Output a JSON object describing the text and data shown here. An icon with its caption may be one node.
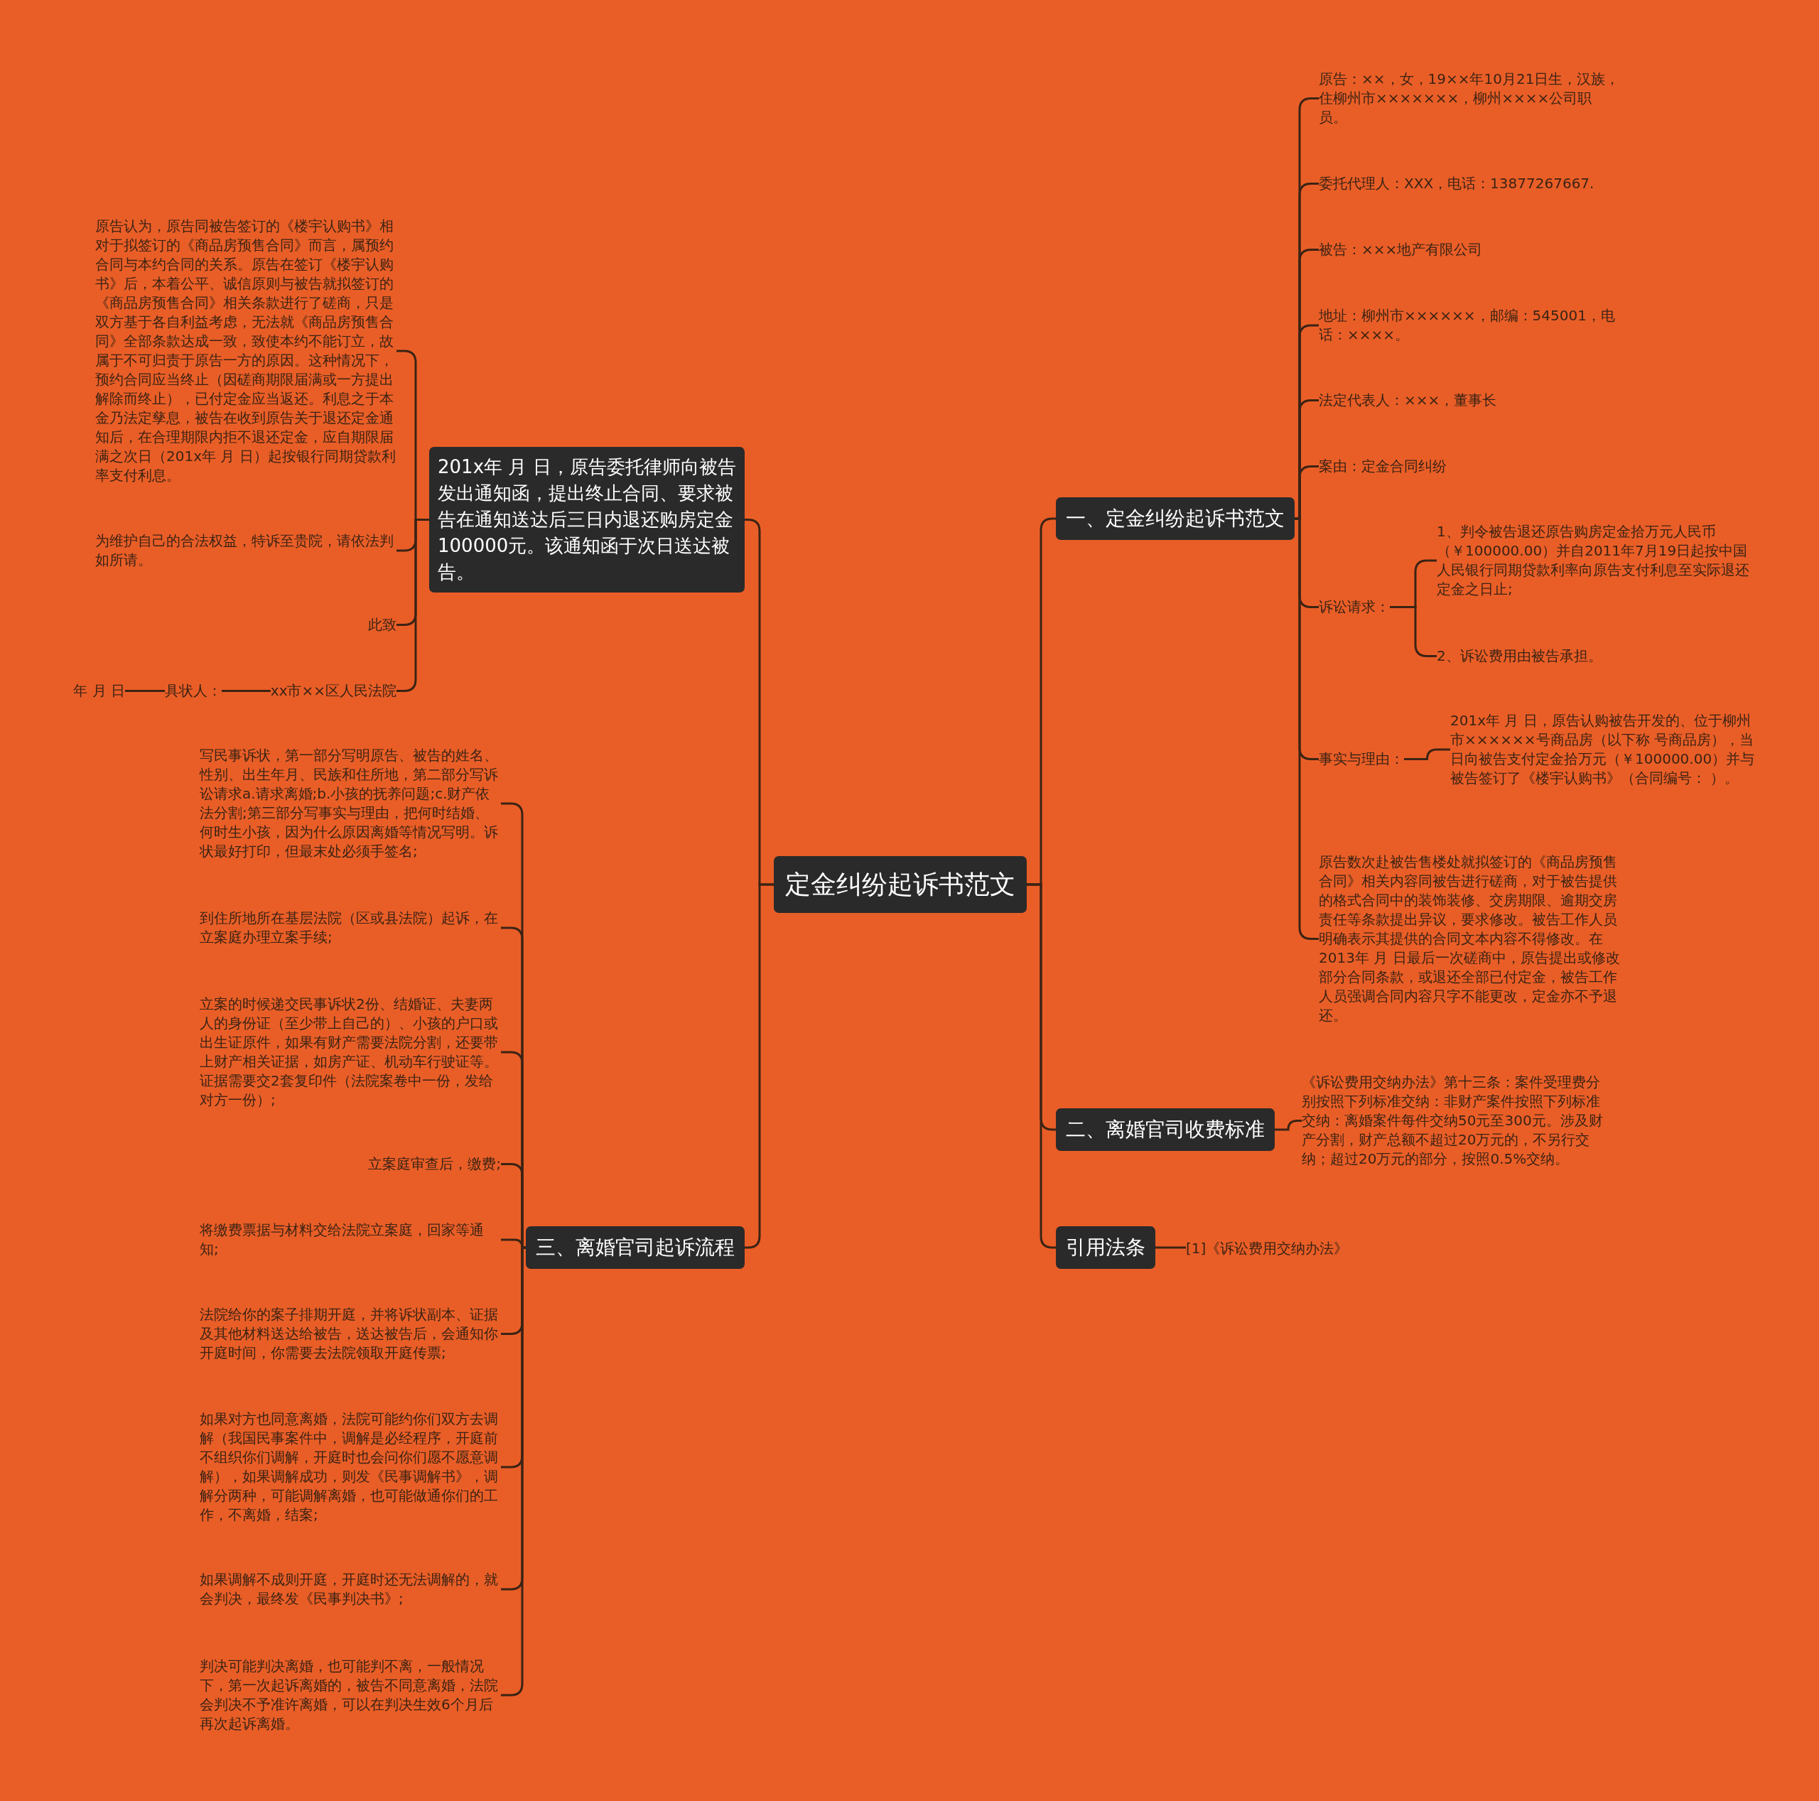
{
  "diagram": {
    "nodes": [
      {
        "text": [
          "定金纠纷起诉书范文"
        ]
      },
      {
        "text": [
          "一、定金纠纷起诉书范文"
        ]
      },
      {
        "text": [
          "原告：××，女，19××年10月21日生，汉族，住柳州市×××××××，柳州××××公司职员。"
        ]
      },
      {
        "text": [
          "委托代理人：XXX，电话：13877267667."
        ]
      },
      {
        "text": [
          "被告：×××地产有限公司"
        ]
      },
      {
        "text": [
          "地址：柳州市××××××，邮编：545001，电话：××××。"
        ]
      },
      {
        "text": [
          "法定代表人：×××，董事长"
        ]
      },
      {
        "text": [
          "案由：定金合同纠纷"
        ]
      },
      {
        "text": [
          "诉讼请求："
        ]
      },
      {
        "text": [
          "1、判令被告退还原告购房定金拾万元人民币（￥100000.00）并自2011年7月19日起按中国人民银行同期贷款利率向原告支付利息至实际退还定金之日止;"
        ]
      },
      {
        "text": [
          "2、诉讼费用由被告承担。"
        ]
      },
      {
        "text": [
          "事实与理由："
        ]
      },
      {
        "text": [
          "201x年 月 日，原告认购被告开发的、位于柳州市××××××号商品房（以下称 号商品房），当日向被告支付定金拾万元（￥100000.00）并与被告签订了《楼宇认购书》（合同编号： ）。"
        ]
      },
      {
        "text": [
          "原告数次赴被告售楼处就拟签订的《商品房预售合同》相关内容同被告进行磋商，对于被告提供的格式合同中的装饰装修、交房期限、逾期交房责任等条款提出异议，要求修改。被告工作人员明确表示其提供的合同文本内容不得修改。在2013年 月 日最后一次磋商中，原告提出或修改部分合同条款，或退还全部已付定金，被告工作人员强调合同内容只字不能更改，定金亦不予退还。"
        ]
      },
      {
        "text": [
          "二、离婚官司收费标准"
        ]
      },
      {
        "text": [
          "《诉讼费用交纳办法》第十三条：案件受理费分别按照下列标准交纳：非财产案件按照下列标准交纳：离婚案件每件交纳50元至300元。涉及财产分割，财产总额不超过20万元的，不另行交纳；超过20万元的部分，按照0.5%交纳。"
        ]
      },
      {
        "text": [
          "引用法条"
        ]
      },
      {
        "text": [
          "[1]《诉讼费用交纳办法》"
        ]
      },
      {
        "text": [
          "201x年 月 日，原告委托律师向被告发出通知函，提出终止合同、要求被告在通知送达后三日内退还购房定金100000元。该通知函于次日送达被告。"
        ]
      },
      {
        "text": [
          "原告认为，原告同被告签订的《楼宇认购书》相对于拟签订的《商品房预售合同》而言，属预约合同与本约合同的关系。原告在签订《楼宇认购书》后，本着公平、诚信原则与被告就拟签订的《商品房预售合同》相关条款进行了磋商，只是双方基于各自利益考虑，无法就《商品房预售合同》全部条款达成一致，致使本约不能订立，故属于不可归责于原告一方的原因。这种情况下，预约合同应当终止（因磋商期限届满或一方提出解除而终止），已付定金应当返还。利息之于本金乃法定孳息，被告在收到原告关于退还定金通知后，在合理期限内拒不退还定金，应自期限届满之次日（201x年 月 日）起按银行同期贷款利率支付利息。"
        ]
      },
      {
        "text": [
          "为维护自己的合法权益，特诉至贵院，请依法判如所请。"
        ]
      },
      {
        "text": [
          "此致"
        ]
      },
      {
        "text": [
          "xx市××区人民法院"
        ]
      },
      {
        "text": [
          "具状人："
        ]
      },
      {
        "text": [
          "年 月 日"
        ]
      },
      {
        "text": [
          "三、离婚官司起诉流程"
        ]
      },
      {
        "text": [
          "写民事诉状，第一部分写明原告、被告的姓名、性别、出生年月、民族和住所地，第二部分写诉讼请求a.请求离婚;b.小孩的抚养问题;c.财产依法分割;第三部分写事实与理由，把何时结婚、何时生小孩，因为什么原因离婚等情况写明。诉状最好打印，但最末处必须手签名;"
        ]
      },
      {
        "text": [
          "到住所地所在基层法院（区或县法院）起诉，在立案庭办理立案手续;"
        ]
      },
      {
        "text": [
          "立案的时候递交民事诉状2份、结婚证、夫妻两人的身份证（至少带上自己的）、小孩的户口或出生证原件，如果有财产需要法院分割，还要带上财产相关证据，如房产证、机动车行驶证等。证据需要交2套复印件（法院案卷中一份，发给对方一份）;"
        ]
      },
      {
        "text": [
          "立案庭审查后，缴费;"
        ]
      },
      {
        "text": [
          "将缴费票据与材料交给法院立案庭，回家等通知;"
        ]
      },
      {
        "text": [
          "法院给你的案子排期开庭，并将诉状副本、证据及其他材料送达给被告，送达被告后，会通知你开庭时间，你需要去法院领取开庭传票;"
        ]
      },
      {
        "text": [
          "如果对方也同意离婚，法院可能约你们双方去调解（我国民事案件中，调解是必经程序，开庭前不组织你们调解，开庭时也会问你们愿不愿意调解），如果调解成功，则发《民事调解书》，调解分两种，可能调解离婚，也可能做通你们的工作，不离婚，结案;"
        ]
      },
      {
        "text": [
          "如果调解不成则开庭，开庭时还无法调解的，就会判决，最终发《民事判决书》;"
        ]
      },
      {
        "text": [
          "判决可能判决离婚，也可能判不离，一般情况下，第一次起诉离婚的，被告不同意离婚，法院会判决不予准许离婚，可以在判决生效6个月后再次起诉离婚。"
        ]
      }
    ],
    "edges": [
      {
        "from": 0,
        "to": 1,
        "arrow": "none"
      },
      {
        "from": 0,
        "to": 14,
        "arrow": "none"
      },
      {
        "from": 0,
        "to": 16,
        "arrow": "none"
      },
      {
        "from": 0,
        "to": 18,
        "arrow": "none"
      },
      {
        "from": 0,
        "to": 25,
        "arrow": "none"
      },
      {
        "from": 1,
        "to": 2,
        "arrow": "none"
      },
      {
        "from": 1,
        "to": 3,
        "arrow": "none"
      },
      {
        "from": 1,
        "to": 4,
        "arrow": "none"
      },
      {
        "from": 1,
        "to": 5,
        "arrow": "none"
      },
      {
        "from": 1,
        "to": 6,
        "arrow": "none"
      },
      {
        "from": 1,
        "to": 7,
        "arrow": "none"
      },
      {
        "from": 1,
        "to": 8,
        "arrow": "none"
      },
      {
        "from": 1,
        "to": 11,
        "arrow": "none"
      },
      {
        "from": 1,
        "to": 13,
        "arrow": "none"
      },
      {
        "from": 8,
        "to": 9,
        "arrow": "none"
      },
      {
        "from": 8,
        "to": 10,
        "arrow": "none"
      },
      {
        "from": 11,
        "to": 12,
        "arrow": "none"
      },
      {
        "from": 14,
        "to": 15,
        "arrow": "none"
      },
      {
        "from": 16,
        "to": 17,
        "arrow": "none"
      },
      {
        "from": 18,
        "to": 19,
        "arrow": "none"
      },
      {
        "from": 18,
        "to": 20,
        "arrow": "none"
      },
      {
        "from": 18,
        "to": 21,
        "arrow": "none"
      },
      {
        "from": 18,
        "to": 22,
        "arrow": "none"
      },
      {
        "from": 22,
        "to": 23,
        "arrow": "none"
      },
      {
        "from": 23,
        "to": 24,
        "arrow": "none"
      },
      {
        "from": 25,
        "to": 26,
        "arrow": "none"
      },
      {
        "from": 25,
        "to": 27,
        "arrow": "none"
      },
      {
        "from": 25,
        "to": 28,
        "arrow": "none"
      },
      {
        "from": 25,
        "to": 29,
        "arrow": "none"
      },
      {
        "from": 25,
        "to": 30,
        "arrow": "none"
      },
      {
        "from": 25,
        "to": 31,
        "arrow": "none"
      },
      {
        "from": 25,
        "to": 32,
        "arrow": "none"
      },
      {
        "from": 25,
        "to": 33,
        "arrow": "none"
      },
      {
        "from": 25,
        "to": 34,
        "arrow": "none"
      }
    ]
  }
}
